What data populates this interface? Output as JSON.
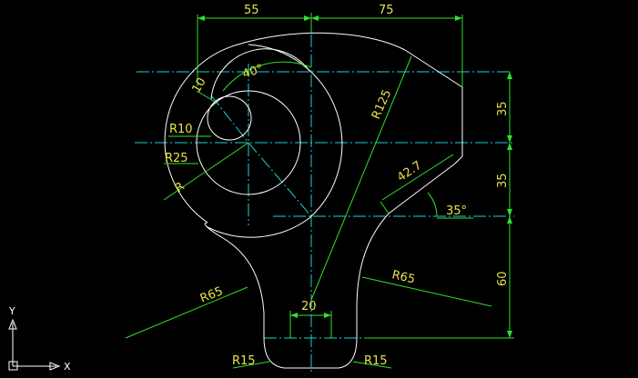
{
  "colors": {
    "background": "#000000",
    "geometry": "#ffffff",
    "centerline": "#1fd0d0",
    "dimension": "#2fe02f",
    "text": "#e8e24a"
  },
  "dimensions": {
    "top_left_width": "55",
    "top_right_width": "75",
    "right_upper_height": "35",
    "right_middle_height": "35",
    "right_lower_height": "60",
    "slot_angle": "40°",
    "offset_10": "10",
    "r10": "R10",
    "r25": "R25",
    "r_outer": "R",
    "r125": "R125",
    "slot_length": "42.7",
    "edge_angle": "35°",
    "r65_left": "R65",
    "r65_right": "R65",
    "bottom_width": "20",
    "r15_left": "R15",
    "r15_right": "R15"
  },
  "ucs": {
    "x_axis": "X",
    "y_axis": "Y"
  }
}
